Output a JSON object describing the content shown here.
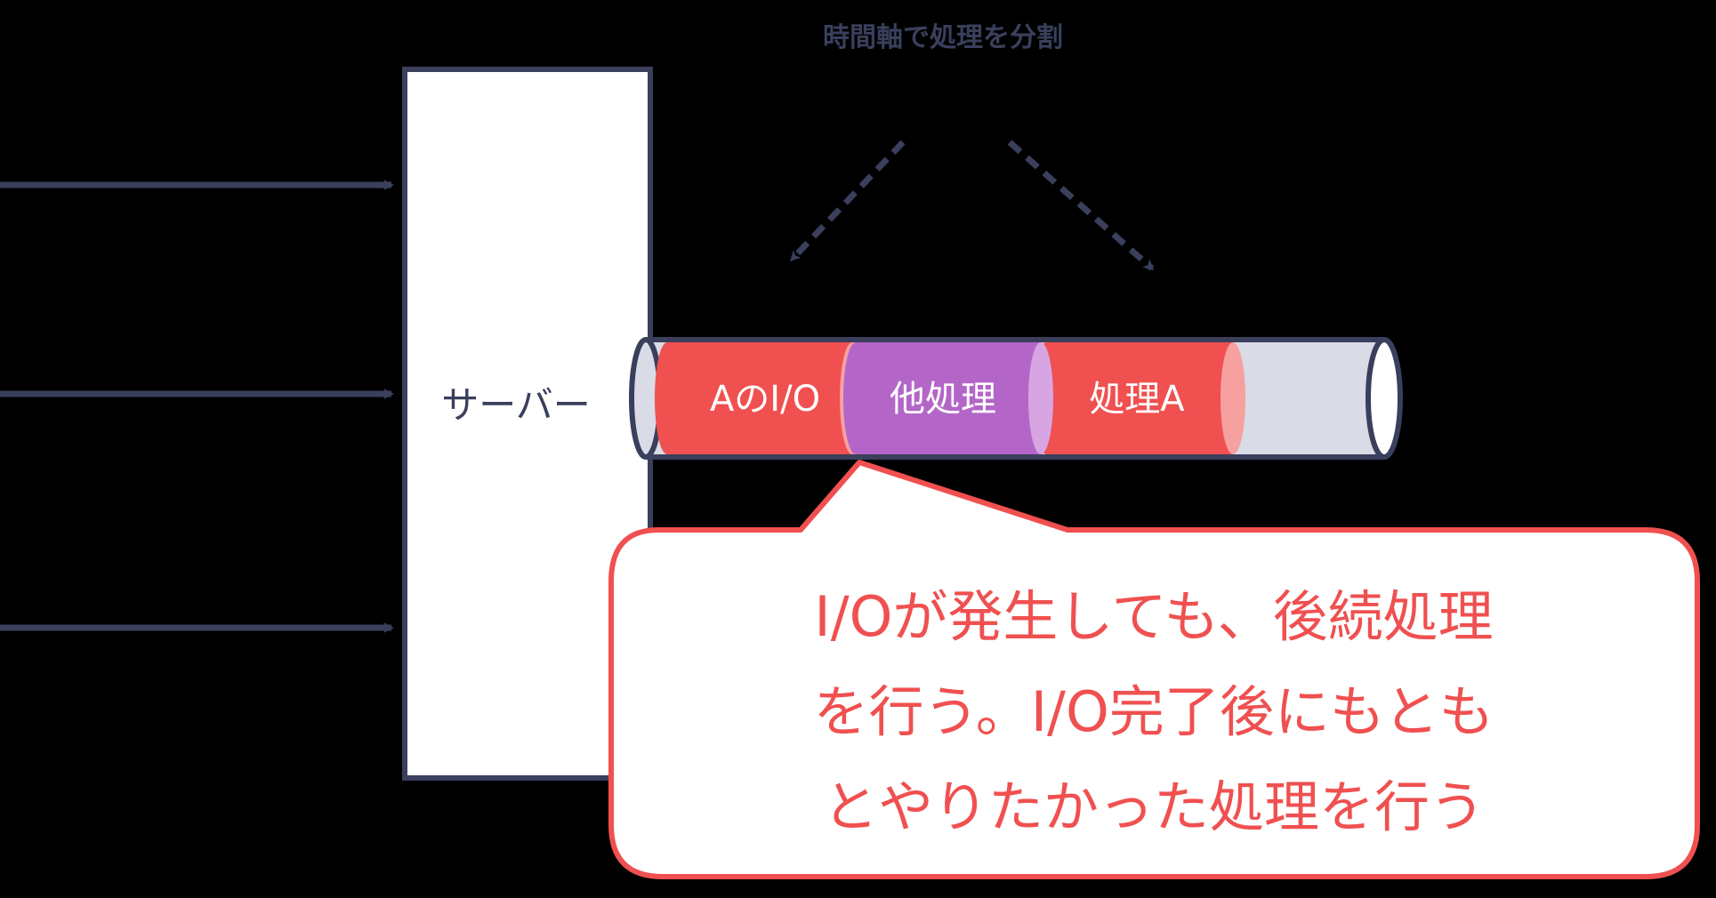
{
  "top_label": "時間軸で処理を分割",
  "server": {
    "label": "サーバー"
  },
  "timeline": {
    "segments": [
      {
        "label": "AのI/O",
        "kind": "io"
      },
      {
        "label": "他処理",
        "kind": "other"
      },
      {
        "label": "処理A",
        "kind": "process"
      }
    ]
  },
  "callout": {
    "lines": [
      "I/Oが発生しても、後続処理",
      "を行う。I/O完了後にもとも",
      "とやりたかった処理を行う"
    ]
  },
  "colors": {
    "dark": "#3a3f5c",
    "red": "#f05050",
    "red_light": "#f7a0a0",
    "purple": "#b466c8",
    "purple_light": "#d7a6e2",
    "pipe": "#d9dbe6",
    "callout_border": "#f05050",
    "callout_text": "#f05050"
  }
}
